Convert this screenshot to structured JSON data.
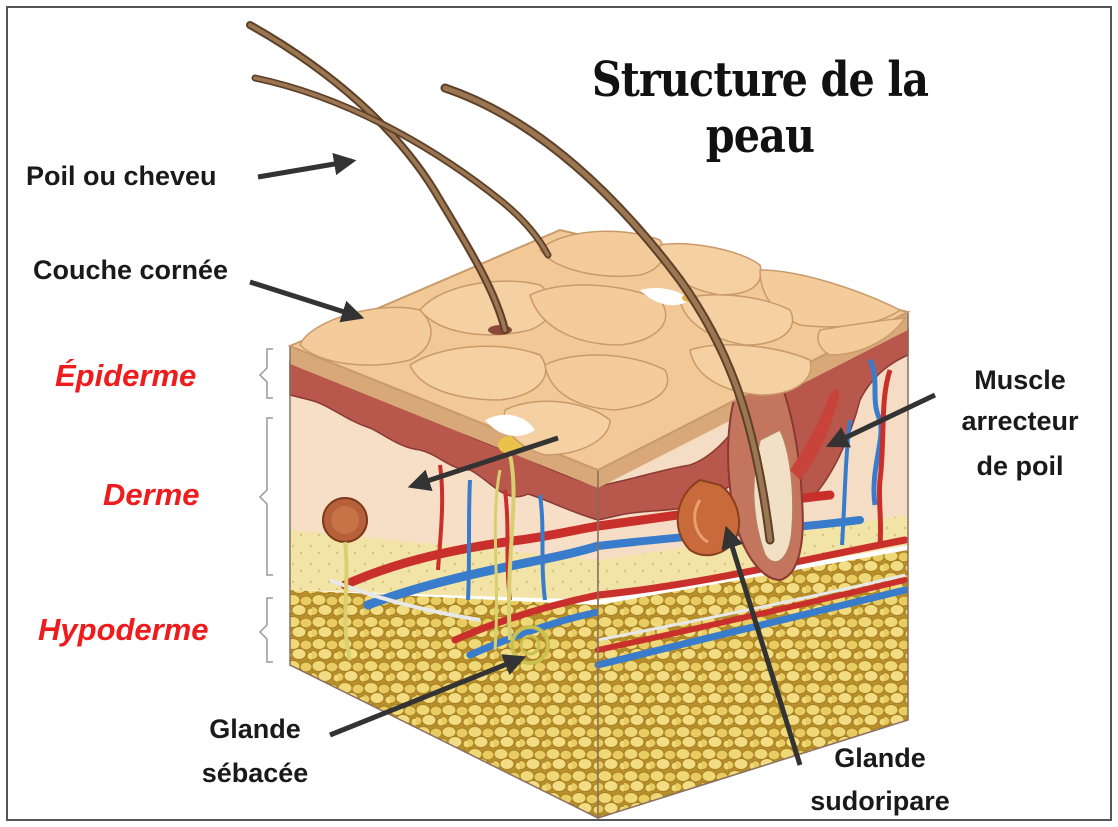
{
  "title": "Structure de la peau",
  "labels": {
    "hair": "Poil ou cheveu",
    "stratum_corneum": "Couche cornée",
    "muscle_line1": "Muscle",
    "muscle_line2": "arrecteur",
    "muscle_line3": "de poil",
    "sebaceous_line1": "Glande",
    "sebaceous_line2": "sébacée",
    "sweat_line1": "Glande",
    "sweat_line2": "sudoripare"
  },
  "layers": {
    "epidermis": "Épiderme",
    "dermis": "Derme",
    "hypodermis": "Hypoderme"
  },
  "colors": {
    "layer_label": "#ee1c1c",
    "label_text": "#1a1a1a",
    "arrow": "#333333",
    "skin_surface": "#f2c896",
    "epidermis_band": "#b8574c",
    "dermis_face": "#f6dcc0",
    "fat_cell": "#ecd472",
    "artery": "#d33a33",
    "vein": "#3d7fd1",
    "hair": "#7a5a3c"
  }
}
